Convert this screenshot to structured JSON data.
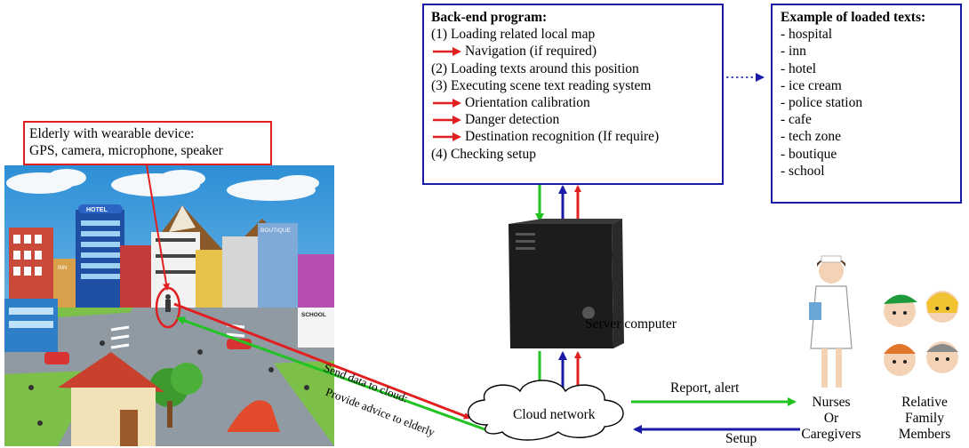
{
  "backend": {
    "title": "Back-end program:",
    "lines": [
      {
        "text": "(1) Loading related local map",
        "sub": false
      },
      {
        "text": "Navigation (if required)",
        "sub": true
      },
      {
        "text": "(2) Loading texts around this position",
        "sub": false
      },
      {
        "text": "(3) Executing scene text reading system",
        "sub": false
      },
      {
        "text": "Orientation calibration",
        "sub": true
      },
      {
        "text": "Danger detection",
        "sub": true
      },
      {
        "text": "Destination recognition (If require)",
        "sub": true
      },
      {
        "text": "(4) Checking setup",
        "sub": false
      }
    ]
  },
  "examples": {
    "title": "Example of loaded texts:",
    "items": [
      "- hospital",
      "- inn",
      "- hotel",
      "- ice cream",
      "- police station",
      "- cafe",
      "- tech zone",
      "- boutique",
      "- school"
    ]
  },
  "elderly": {
    "line1": "Elderly with wearable device:",
    "line2": "GPS, camera, microphone, speaker"
  },
  "scene_signs": {
    "hotel": "HOTEL",
    "inn": "INN",
    "boutique": "BOUTIQUE",
    "school": "SCHOOL"
  },
  "labels": {
    "server": "Server computer",
    "cloud": "Cloud network",
    "send": "Send data to cloud:",
    "provide": "Provide advice to elderly",
    "report": "Report, alert",
    "setup": "Setup",
    "nurses": [
      "Nurses",
      "Or",
      "Caregivers"
    ],
    "family": [
      "Relative",
      "Family",
      "Members"
    ]
  },
  "colors": {
    "box_border": "#1a1aa6",
    "red": "#e02020",
    "green": "#22c322",
    "blue": "#1a1aa6"
  }
}
